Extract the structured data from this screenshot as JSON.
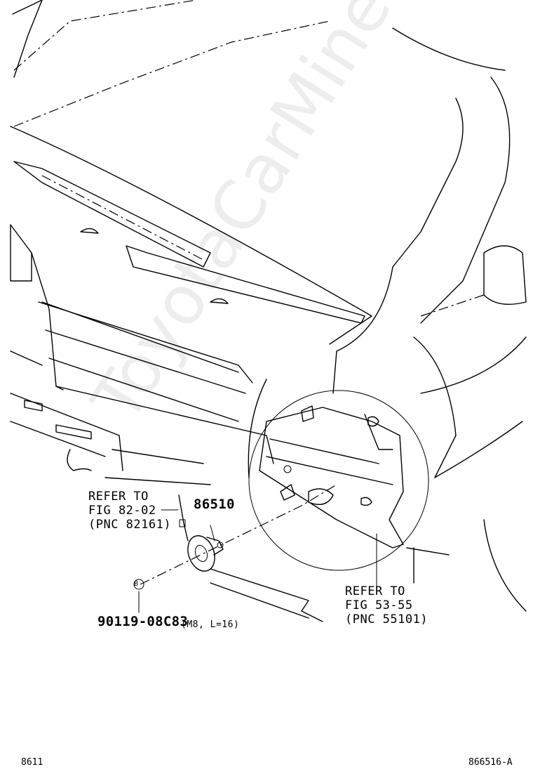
{
  "watermark": "ToyotaCarMine.ru",
  "callouts": {
    "refer_a": [
      "REFER TO",
      "FIG 82-02",
      "(PNC 82161)"
    ],
    "part_horn": "86510",
    "refer_b": [
      "REFER TO",
      "FIG 53-55",
      "(PNC 55101)"
    ],
    "part_bolt": "90119-08C83",
    "bolt_spec": "(M8, L=16)",
    "bolt_marker": "B"
  },
  "footer": {
    "left_code": "8611",
    "right_code": "866516-A"
  }
}
